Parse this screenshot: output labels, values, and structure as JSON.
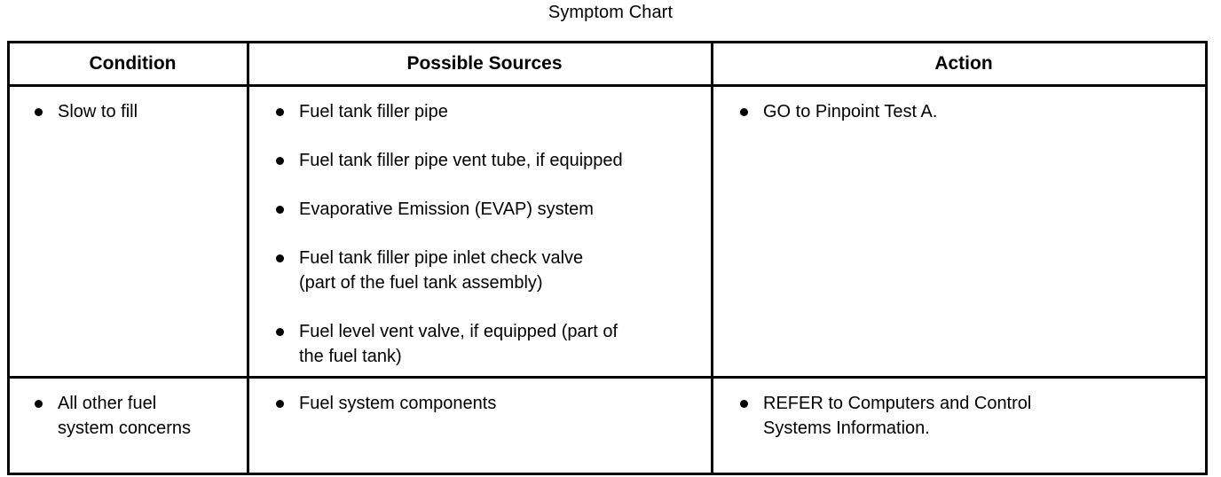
{
  "document": {
    "title": "Symptom Chart"
  },
  "table": {
    "headers": [
      {
        "label": "Condition"
      },
      {
        "label": "Possible Sources"
      },
      {
        "label": "Action"
      }
    ],
    "rows": [
      {
        "condition": [
          "Slow to fill"
        ],
        "possible_sources": [
          "Fuel tank filler pipe",
          "Fuel tank filler pipe vent tube, if equipped",
          "Evaporative Emission (EVAP) system",
          "Fuel tank filler pipe inlet check valve\n(part of the fuel tank assembly)",
          "Fuel level vent valve, if equipped (part of\nthe fuel tank)"
        ],
        "action": [
          "GO to Pinpoint Test A."
        ]
      },
      {
        "condition": [
          "All other fuel\nsystem concerns"
        ],
        "possible_sources": [
          "Fuel system components"
        ],
        "action": [
          "REFER to Computers and Control\nSystems Information."
        ]
      }
    ]
  },
  "colors": {
    "background": "#ffffff",
    "text": "#000000",
    "border": "#000000"
  }
}
